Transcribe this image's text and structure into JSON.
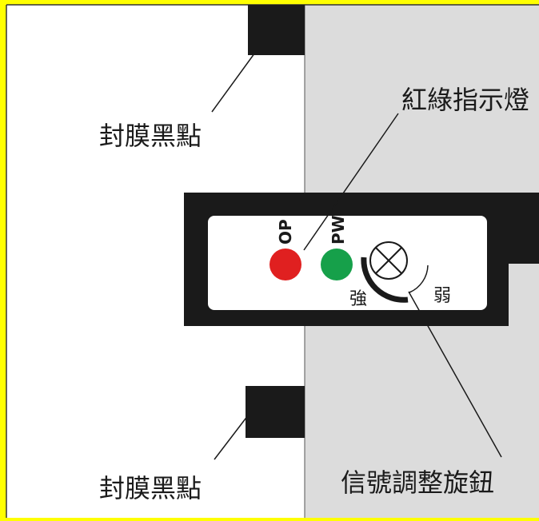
{
  "labels": {
    "seal_mark_top": "封膜黑點",
    "seal_mark_bottom": "封膜黑點",
    "indicator_lights": "紅綠指示燈",
    "signal_knob": "信號調整旋鈕",
    "op_led": "OP",
    "pw_led": "PW",
    "strong": "強",
    "weak": "弱"
  },
  "colors": {
    "border": "#FFFF00",
    "panel_left": "#FFFFFF",
    "panel_right": "#DCDCDC",
    "sensor_body": "#1A1A1A",
    "marks": "#1A1A1A",
    "op_led": "#E02020",
    "pw_led": "#16A04A",
    "leader_line": "#1A1A1A"
  },
  "icons": {
    "knob": "crossed-circle-knob-icon"
  }
}
